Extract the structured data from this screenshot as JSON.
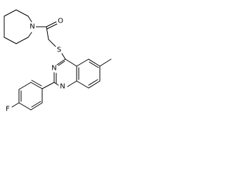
{
  "molecule": {
    "atoms": {
      "nitrogen_piperidine": "N",
      "oxygen_carbonyl": "O",
      "sulfur_thioether": "S",
      "nitrogen_n3": "N",
      "nitrogen_n1": "N",
      "fluorine": "F"
    }
  }
}
